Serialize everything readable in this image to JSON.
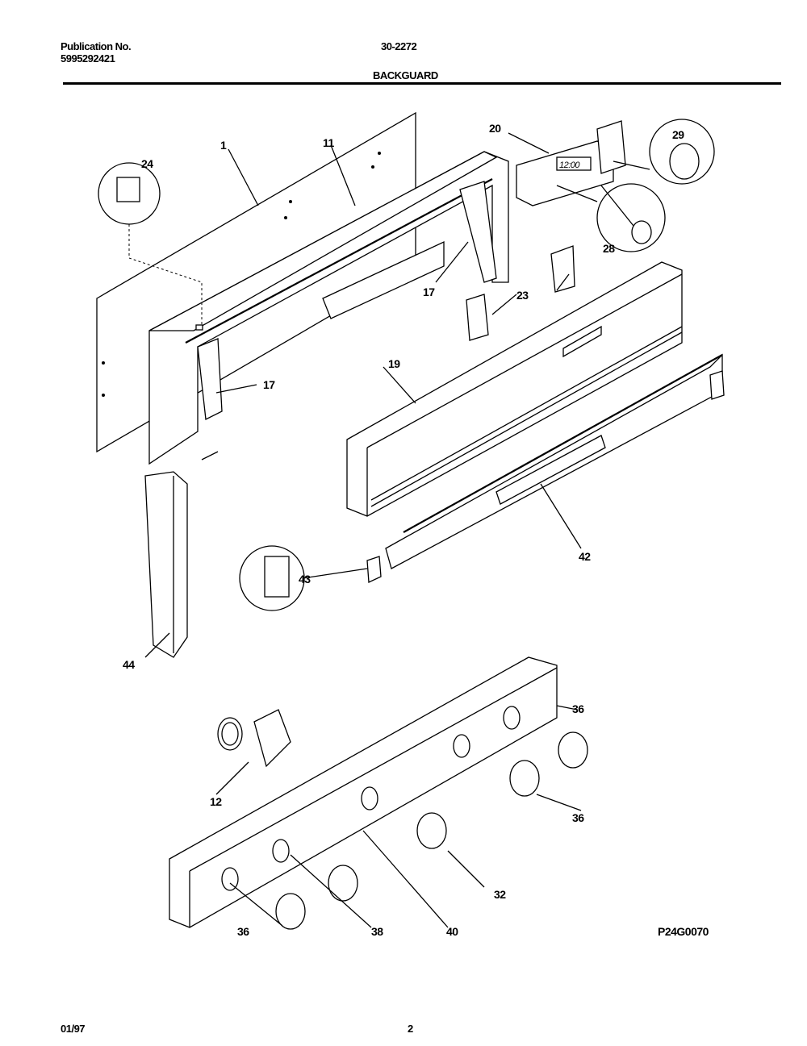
{
  "header": {
    "publication_label": "Publication No.",
    "publication_number": "5995292421",
    "model": "30-2272",
    "section_title": "BACKGUARD"
  },
  "diagram": {
    "callouts": {
      "c1": "1",
      "c11": "11",
      "c20": "20",
      "c29": "29",
      "c24": "24",
      "c28": "28",
      "c17a": "17",
      "c17b": "17",
      "c23": "23",
      "c19": "19",
      "c42": "42",
      "c43": "43",
      "c44": "44",
      "c12": "12",
      "c36a": "36",
      "c36b": "36",
      "c36c": "36",
      "c38": "38",
      "c32": "32",
      "c40": "40"
    },
    "clock_display": "12:00",
    "drawing_number": "P24G0070"
  },
  "footer": {
    "date": "01/97",
    "page": "2"
  }
}
